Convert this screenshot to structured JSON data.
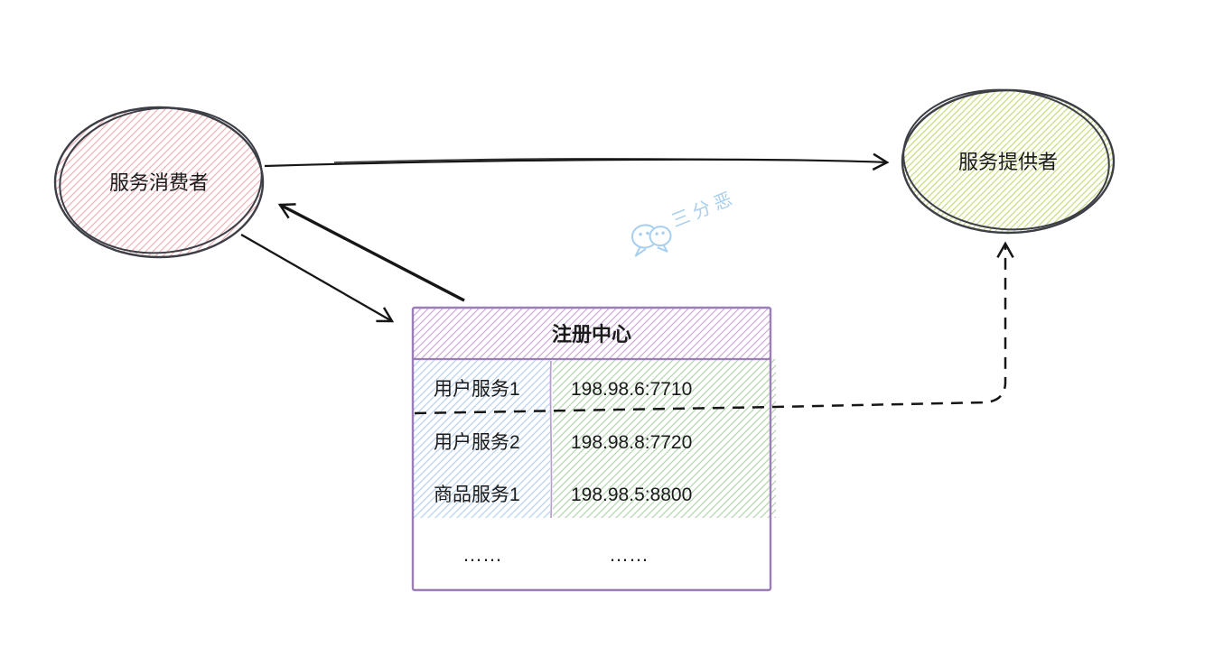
{
  "diagram": {
    "consumer": {
      "label": "服务消费者"
    },
    "provider": {
      "label": "服务提供者"
    },
    "registry": {
      "title": "注册中心",
      "rows": [
        {
          "service": "用户服务1",
          "address": "198.98.6:7710"
        },
        {
          "service": "用户服务2",
          "address": "198.98.8:7720"
        },
        {
          "service": "商品服务1",
          "address": "198.98.5:8800"
        }
      ],
      "more_left": "……",
      "more_right": "……"
    },
    "watermark": {
      "label": "三分恶",
      "icon": "wechat-chat-bubbles"
    },
    "colors": {
      "node_stroke": "#3d3f47",
      "consumer_hatch": "#f3b4b9",
      "provider_hatch": "#cadd85",
      "registry_border": "#9c7eb6",
      "header_hatch": "#c9abd6",
      "service_col_hatch": "#b7d1f2",
      "address_col_hatch": "#b2d5b0",
      "column_divider": "#b79fce",
      "arrow": "#161616",
      "text": "#1b1b1b",
      "watermark": "#a9cfee"
    }
  }
}
